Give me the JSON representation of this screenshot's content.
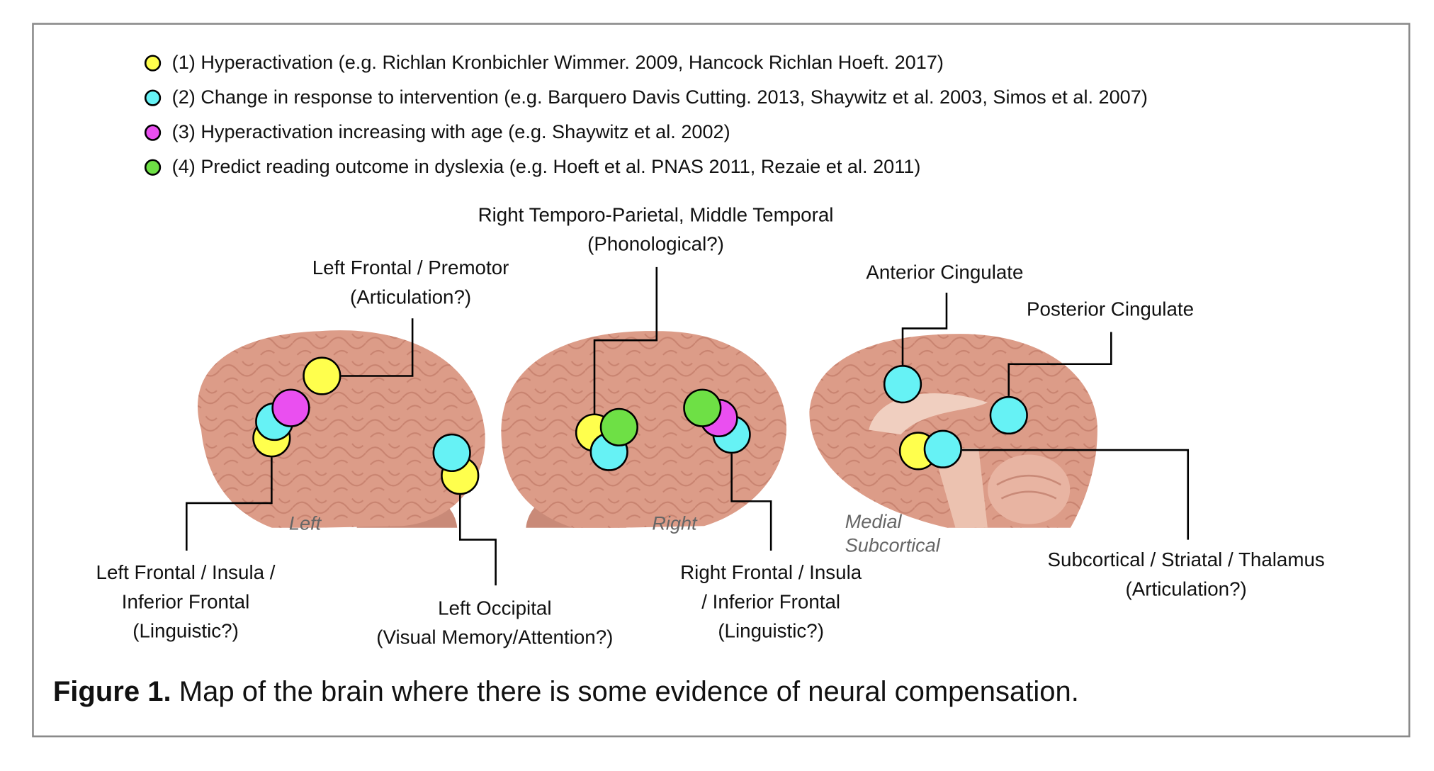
{
  "legend": [
    {
      "text": "(1) Hyperactivation (e.g. Richlan Kronbichler Wimmer. 2009, Hancock Richlan Hoeft. 2017)",
      "color": "#ffff4d"
    },
    {
      "text": "(2) Change in response to intervention (e.g. Barquero Davis Cutting. 2013, Shaywitz et al. 2003, Simos et al. 2007)",
      "color": "#66f2f5"
    },
    {
      "text": "(3) Hyperactivation increasing with age (e.g. Shaywitz et al. 2002)",
      "color": "#ea4ff0"
    },
    {
      "text": "(4) Predict reading outcome in dyslexia (e.g. Hoeft et al. PNAS 2011, Rezaie et al. 2011)",
      "color": "#6ee045"
    }
  ],
  "labels": {
    "left_frontal_premotor": [
      "Left Frontal / Premotor",
      "(Articulation?)"
    ],
    "right_temporo_parietal": [
      "Right Temporo-Parietal, Middle Temporal",
      "(Phonological?)"
    ],
    "anterior_cingulate": [
      "Anterior Cingulate"
    ],
    "posterior_cingulate": [
      "Posterior Cingulate"
    ],
    "left_frontal_insula": [
      "Left Frontal / Insula /",
      "Inferior Frontal",
      "(Linguistic?)"
    ],
    "left_occipital": [
      "Left Occipital",
      "(Visual Memory/Attention?)"
    ],
    "right_frontal_insula": [
      "Right Frontal / Insula",
      "/ Inferior Frontal",
      "(Linguistic?)"
    ],
    "subcortical": [
      "Subcortical / Striatal / Thalamus",
      "(Articulation?)"
    ]
  },
  "views": {
    "left": "Left",
    "right": "Right",
    "medial": [
      "Medial",
      "Subcortical"
    ]
  },
  "caption": {
    "bold": "Figure 1.",
    "text": " Map of the brain where there is some evidence of neural compensation."
  },
  "colors": {
    "brain": "#dc9c88",
    "brain_dark": "#b86e5c",
    "line": "#000000"
  }
}
